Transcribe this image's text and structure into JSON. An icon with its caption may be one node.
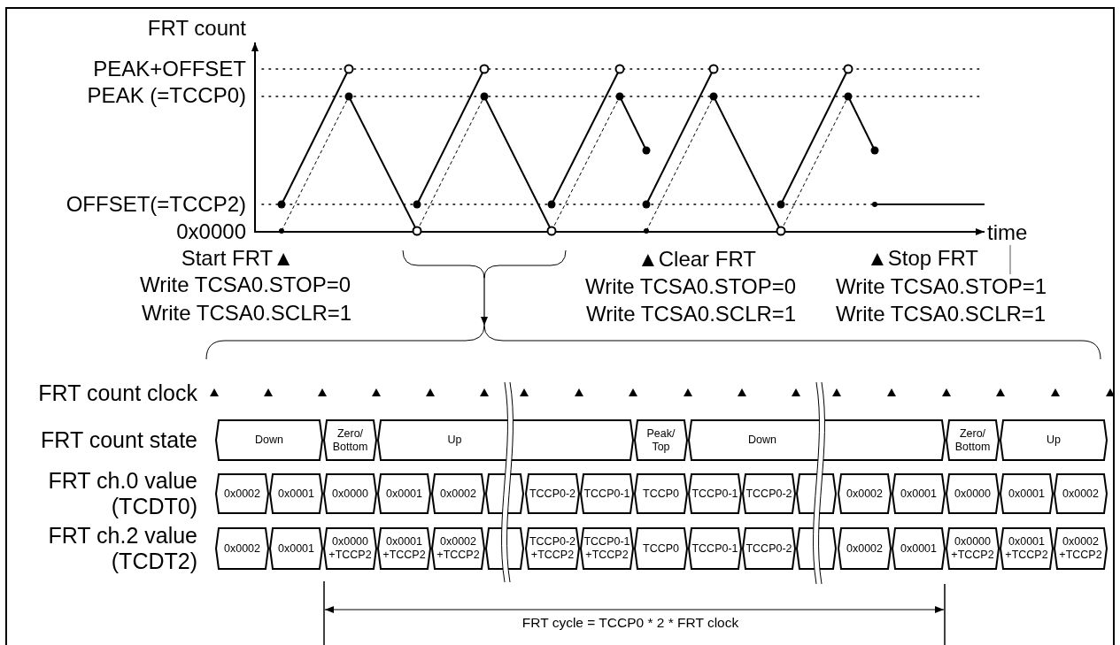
{
  "diagram": {
    "nodes": [
      {
        "text": [
          "Down"
        ]
      },
      {
        "text": [
          "Zero/ Bottom"
        ]
      },
      {
        "text": [
          "Up"
        ]
      },
      {
        "text": [
          "Peak/ Top"
        ]
      },
      {
        "text": [
          "Down"
        ]
      },
      {
        "text": [
          "Zero/ Bottom"
        ]
      },
      {
        "text": [
          "Up"
        ]
      },
      {
        "text": [
          "0x0002"
        ]
      },
      {
        "text": [
          "0x0001"
        ]
      },
      {
        "text": [
          "0x0000"
        ]
      },
      {
        "text": [
          "0x0001"
        ]
      },
      {
        "text": [
          "0x0002"
        ]
      },
      {
        "text": [],
        "shape": "box"
      },
      {
        "text": [
          "TCCP0-2"
        ]
      },
      {
        "text": [
          "TCCP0-1"
        ]
      },
      {
        "text": [
          "TCCP0"
        ]
      },
      {
        "text": [
          "TCCP0-1"
        ]
      },
      {
        "text": [
          "TCCP0-2"
        ]
      },
      {
        "text": [],
        "shape": "box"
      },
      {
        "text": [
          "0x0002"
        ]
      },
      {
        "text": [
          "0x0001"
        ]
      },
      {
        "text": [
          "0x0000"
        ]
      },
      {
        "text": [
          "0x0001"
        ]
      },
      {
        "text": [
          "0x0002"
        ]
      },
      {
        "text": [
          "0x0002"
        ]
      },
      {
        "text": [
          "0x0001"
        ]
      },
      {
        "text": [
          "0x0000 +TCCP2"
        ]
      },
      {
        "text": [
          "0x0001 +TCCP2"
        ]
      },
      {
        "text": [
          "0x0002 +TCCP2"
        ]
      },
      {
        "text": [],
        "shape": "box"
      },
      {
        "text": [
          "TCCP0-2 +TCCP2"
        ]
      },
      {
        "text": [
          "TCCP0-1 +TCCP2"
        ]
      },
      {
        "text": [
          "TCCP0"
        ]
      },
      {
        "text": [
          "TCCP0-1"
        ]
      },
      {
        "text": [
          "TCCP0-2"
        ]
      },
      {
        "text": [],
        "shape": "box"
      },
      {
        "text": [
          "0x0002"
        ]
      },
      {
        "text": [
          "0x0001"
        ]
      },
      {
        "text": [
          "0x0000 +TCCP2"
        ]
      },
      {
        "text": [
          "0x0001 +TCCP2"
        ]
      },
      {
        "text": [
          "0x0002 +TCCP2"
        ]
      }
    ],
    "labels": [
      "FRT count",
      "PEAK+OFFSET",
      "PEAK (=TCCP0)",
      "OFFSET(=TCCP2)",
      "0x0000",
      "time",
      "Start FRT▲",
      "Write TCSA0.STOP=0",
      "Write TCSA0.SCLR=1",
      "▲Clear FRT",
      "Write TCSA0.STOP=0",
      "Write TCSA0.SCLR=1",
      "▲Stop FRT",
      "Write TCSA0.STOP=1",
      "Write TCSA0.SCLR=1",
      "FRT count clock",
      "FRT count state",
      "FRT ch.0 value (TCDT0)",
      "FRT ch.2 value (TCDT2)",
      "FRT cycle = TCCP0 * 2 * FRT clock"
    ]
  }
}
